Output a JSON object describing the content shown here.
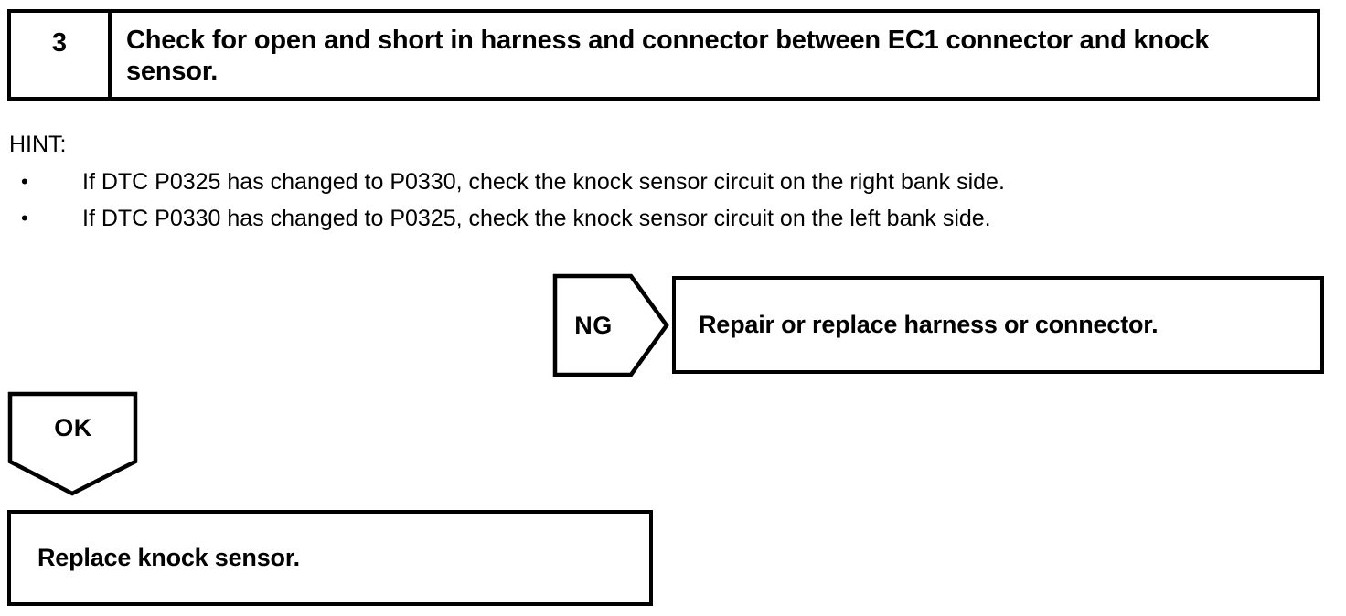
{
  "page": {
    "background_color": "#ffffff",
    "ink_color": "#000000"
  },
  "step_header": {
    "number": "3",
    "title": "Check for open and short in harness and connector between EC1 connector and knock sensor."
  },
  "hint": {
    "label": "HINT:",
    "bullet_glyph": "•",
    "items": [
      "If DTC P0325 has changed to P0330, check the knock sensor circuit on the right bank side.",
      "If DTC P0330 has changed to P0325, check the knock sensor circuit on the left bank side."
    ]
  },
  "flowchart": {
    "ng_branch": {
      "connector_label": "NG",
      "action": "Repair or replace harness or connector."
    },
    "ok_branch": {
      "connector_label": "OK",
      "action": "Replace knock sensor."
    }
  }
}
